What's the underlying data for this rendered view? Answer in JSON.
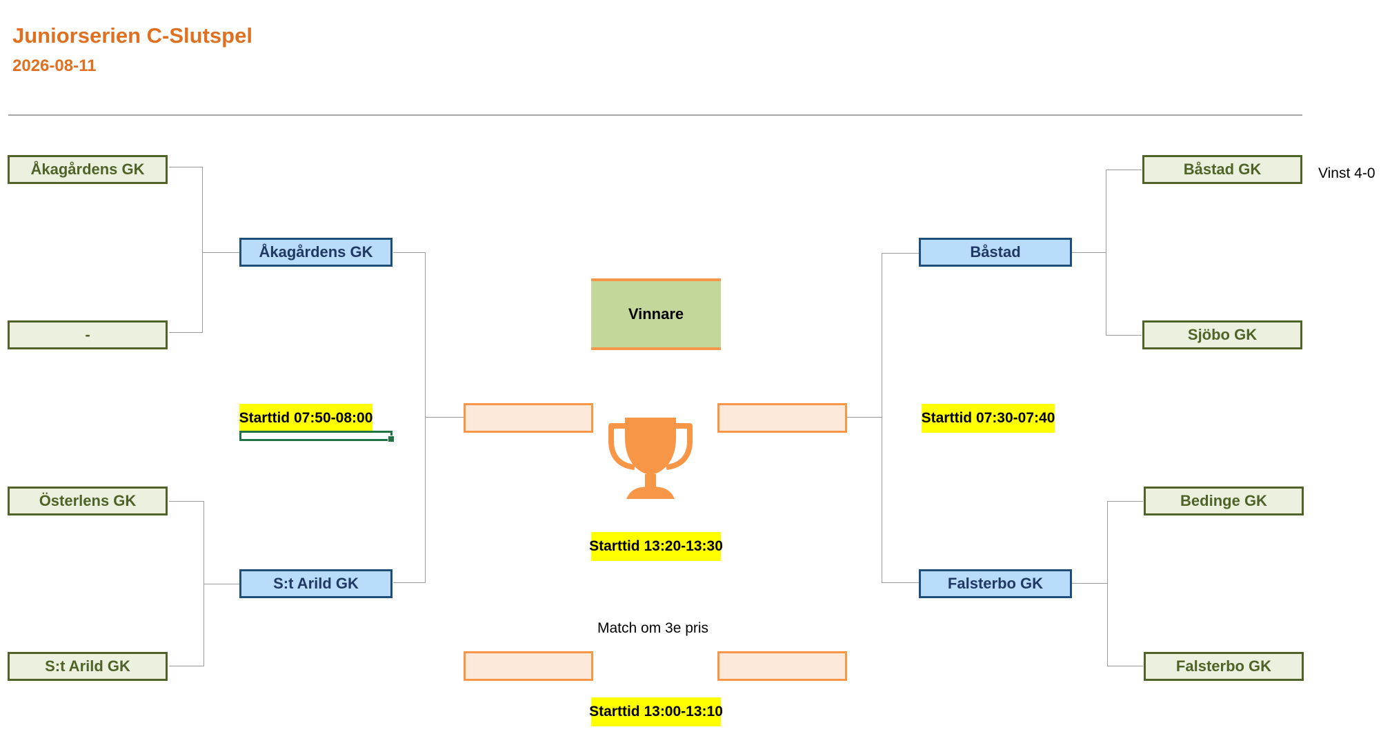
{
  "header": {
    "title": "Juniorserien C-Slutspel",
    "date": "2026-08-11"
  },
  "left": {
    "round1": [
      "Åkagårdens GK",
      "-",
      "Österlens GK",
      "S:t Arild GK"
    ],
    "round2": [
      "Åkagårdens GK",
      "S:t Arild GK"
    ],
    "start_time": "Starttid 07:50-08:00"
  },
  "right": {
    "round1": [
      "Båstad GK",
      "Sjöbo GK",
      "Bedinge GK",
      "Falsterbo GK"
    ],
    "round2": [
      "Båstad",
      "Falsterbo GK"
    ],
    "start_time": "Starttid 07:30-07:40",
    "result_note": "Vinst 4-0"
  },
  "final": {
    "winner_label": "Vinnare",
    "start_time": "Starttid 13:20-13:30",
    "trophy_icon": "trophy-icon",
    "trophy_color": "#f79646"
  },
  "third_place": {
    "label": "Match om 3e pris",
    "start_time": "Starttid 13:00-13:10"
  }
}
